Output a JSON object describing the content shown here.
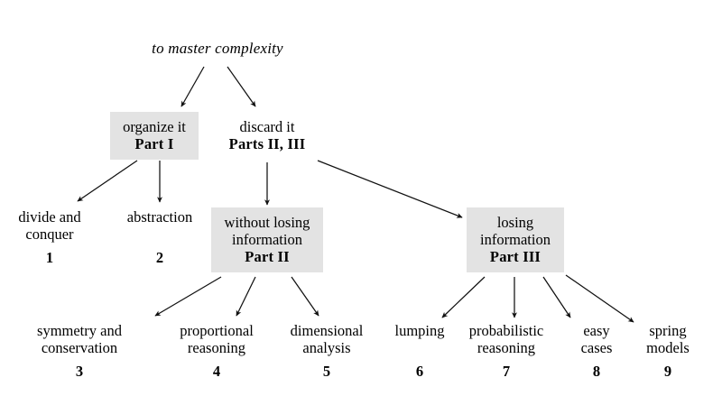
{
  "diagram": {
    "title": "to master complexity",
    "type": "tree",
    "background_color": "#ffffff",
    "box_fill_color": "#e3e3e3",
    "text_color": "#000000",
    "root": {
      "label": "to master complexity",
      "style": "italic",
      "boxed": false
    },
    "level2": [
      {
        "id": "organize-it",
        "line1": "organize it",
        "part": "Part I",
        "boxed": true
      },
      {
        "id": "discard-it",
        "line1": "discard it",
        "part": "Parts II, III",
        "boxed": false
      }
    ],
    "level3": [
      {
        "id": "divide-and-conquer",
        "line1": "divide and",
        "line2": "conquer",
        "number": "1",
        "boxed": false
      },
      {
        "id": "abstraction",
        "line1": "abstraction",
        "number": "2",
        "boxed": false
      },
      {
        "id": "without-losing-information",
        "line1": "without losing",
        "line2": "information",
        "part": "Part II",
        "boxed": true
      },
      {
        "id": "losing-information",
        "line1": "losing",
        "line2": "information",
        "part": "Part III",
        "boxed": true
      }
    ],
    "leaves": [
      {
        "id": "symmetry-and-conservation",
        "line1": "symmetry and",
        "line2": "conservation",
        "number": "3"
      },
      {
        "id": "proportional-reasoning",
        "line1": "proportional",
        "line2": "reasoning",
        "number": "4"
      },
      {
        "id": "dimensional-analysis",
        "line1": "dimensional",
        "line2": "analysis",
        "number": "5"
      },
      {
        "id": "lumping",
        "line1": "lumping",
        "number": "6"
      },
      {
        "id": "probabilistic-reasoning",
        "line1": "probabilistic",
        "line2": "reasoning",
        "number": "7"
      },
      {
        "id": "easy-cases",
        "line1": "easy",
        "line2": "cases",
        "number": "8"
      },
      {
        "id": "spring-models",
        "line1": "spring",
        "line2": "models",
        "number": "9"
      }
    ],
    "edges": [
      {
        "from": "to master complexity",
        "to": "organize it"
      },
      {
        "from": "to master complexity",
        "to": "discard it"
      },
      {
        "from": "organize it",
        "to": "divide and conquer"
      },
      {
        "from": "organize it",
        "to": "abstraction"
      },
      {
        "from": "discard it",
        "to": "without losing information"
      },
      {
        "from": "discard it",
        "to": "losing information"
      },
      {
        "from": "without losing information",
        "to": "symmetry and conservation"
      },
      {
        "from": "without losing information",
        "to": "proportional reasoning"
      },
      {
        "from": "without losing information",
        "to": "dimensional analysis"
      },
      {
        "from": "losing information",
        "to": "lumping"
      },
      {
        "from": "losing information",
        "to": "probabilistic reasoning"
      },
      {
        "from": "losing information",
        "to": "easy cases"
      },
      {
        "from": "losing information",
        "to": "spring models"
      }
    ]
  }
}
